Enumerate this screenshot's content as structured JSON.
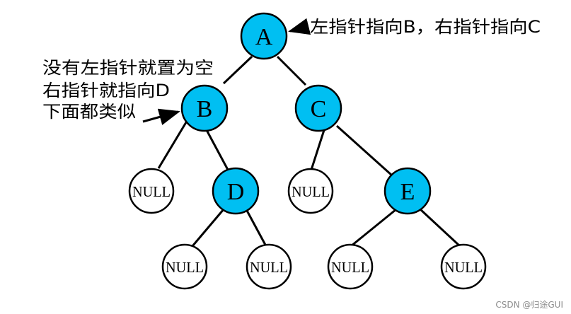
{
  "colors": {
    "filled_node": "#00BFF2",
    "null_node": "#FFFFFF",
    "edge": "#000000",
    "text": "#000000",
    "watermark": "#8C8C8C"
  },
  "nodes": {
    "a": {
      "label": "A"
    },
    "b": {
      "label": "B"
    },
    "c": {
      "label": "C"
    },
    "d": {
      "label": "D"
    },
    "e": {
      "label": "E"
    },
    "null_b_left": {
      "label": "NULL"
    },
    "null_c_left": {
      "label": "NULL"
    },
    "null_d_left": {
      "label": "NULL"
    },
    "null_d_right": {
      "label": "NULL"
    },
    "null_e_left": {
      "label": "NULL"
    },
    "null_e_right": {
      "label": "NULL"
    }
  },
  "edges": [
    {
      "from": "A",
      "to": "B"
    },
    {
      "from": "A",
      "to": "C"
    },
    {
      "from": "B",
      "to": "NULL"
    },
    {
      "from": "B",
      "to": "D"
    },
    {
      "from": "C",
      "to": "NULL"
    },
    {
      "from": "C",
      "to": "E"
    },
    {
      "from": "D",
      "to": "NULL"
    },
    {
      "from": "D",
      "to": "NULL"
    },
    {
      "from": "E",
      "to": "NULL"
    },
    {
      "from": "E",
      "to": "NULL"
    }
  ],
  "annotations": {
    "root_note": "左指针指向B，右指针指向C",
    "b_note": {
      "line1": "没有左指针就置为空",
      "line2": "右指针就指向D",
      "line3": "下面都类似"
    }
  },
  "watermark": "CSDN @归途GUI"
}
